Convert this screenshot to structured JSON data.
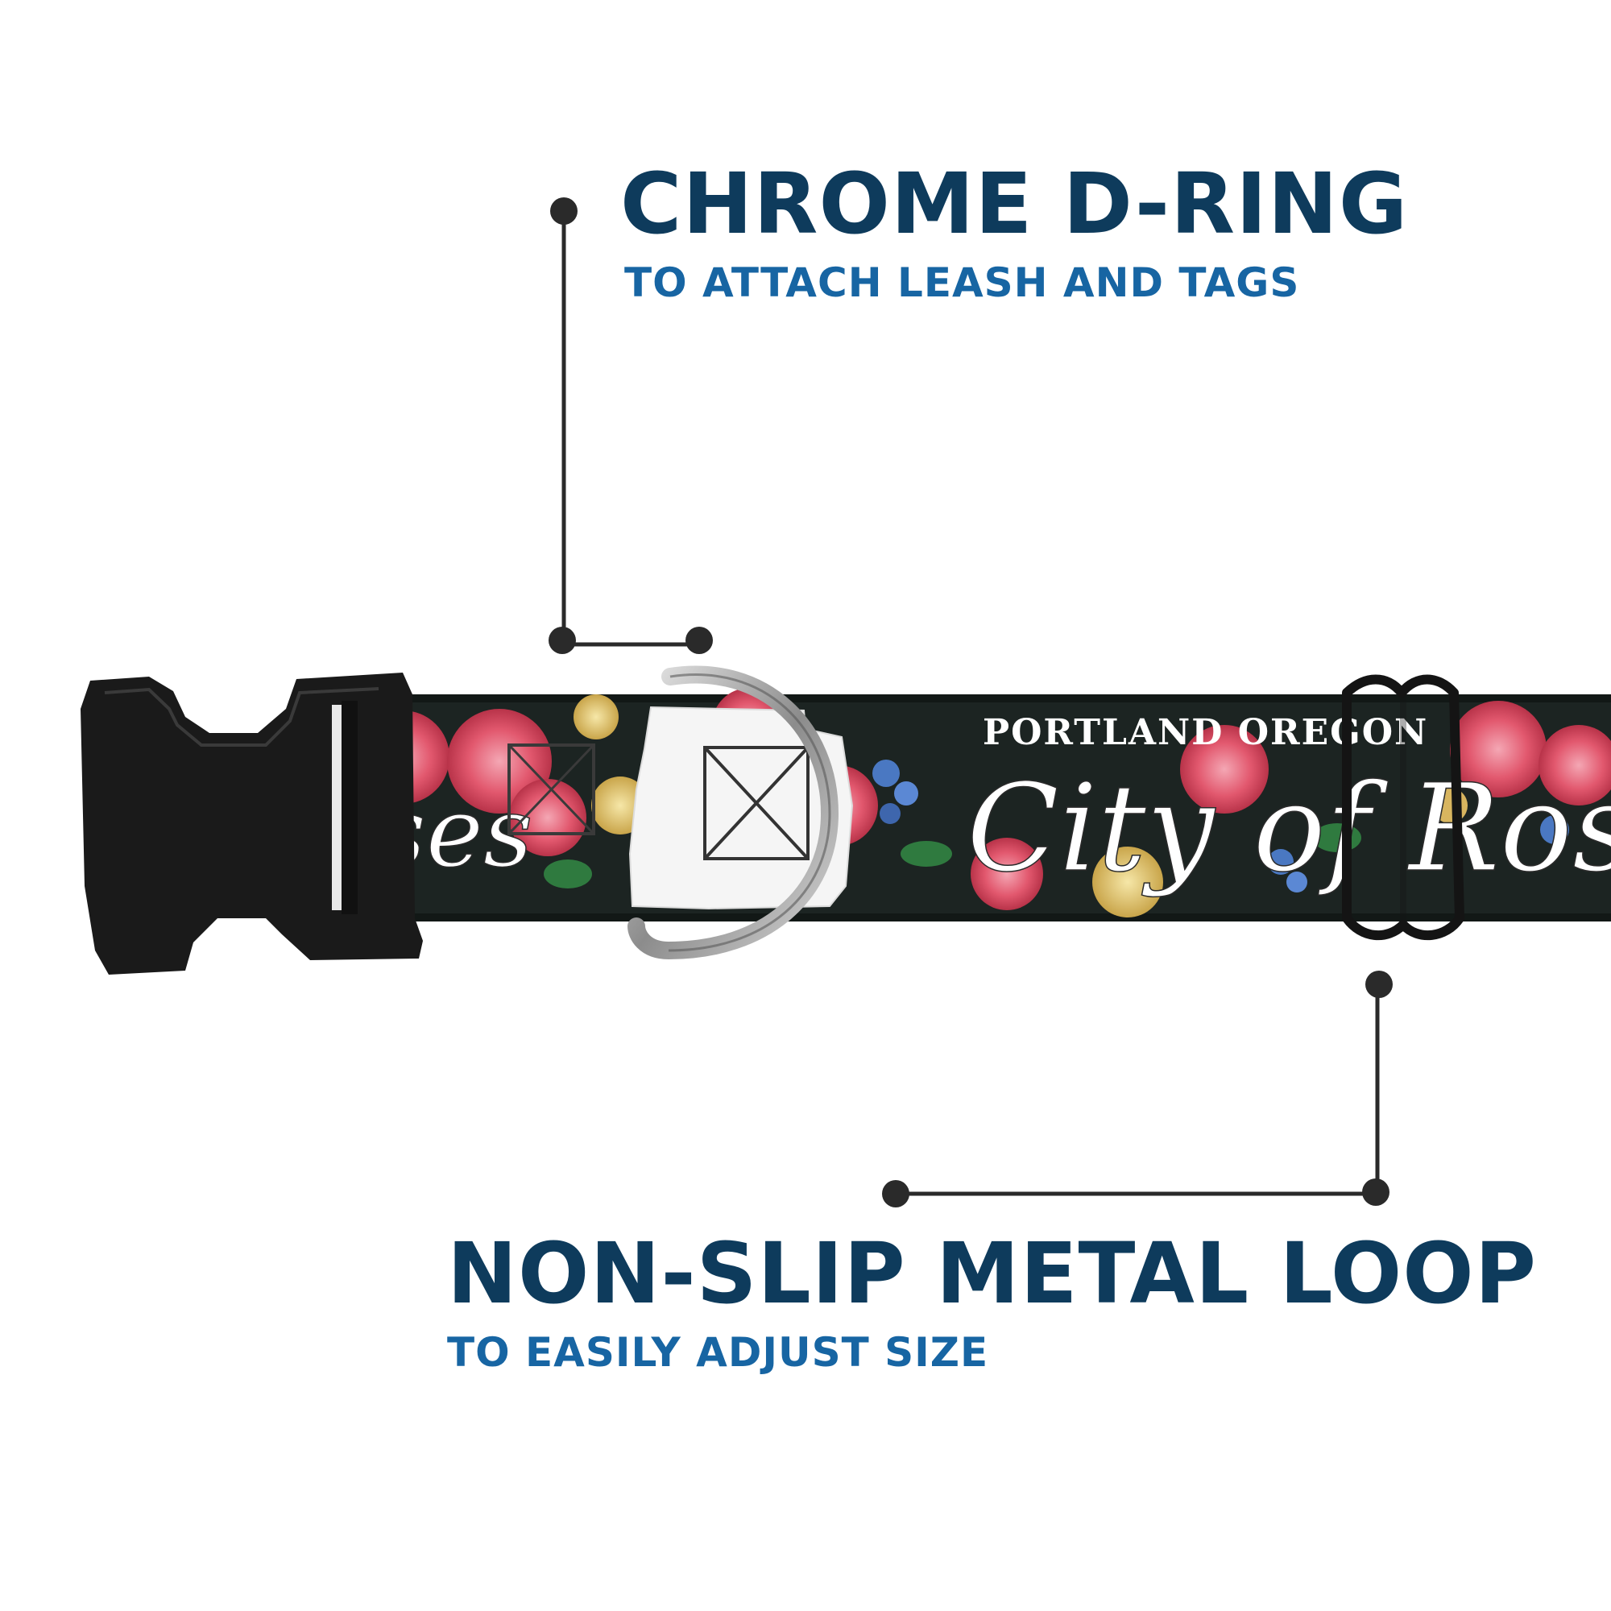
{
  "callouts": {
    "dring": {
      "title": "CHROME D-RING",
      "subtitle": "TO ATTACH LEASH AND TAGS"
    },
    "loop": {
      "title": "NON-SLIP METAL LOOP",
      "subtitle": "TO EASILY ADJUST SIZE"
    }
  },
  "collar_print": {
    "top_text": "PORTLAND OREGON",
    "script_text": "City of Roses",
    "script_fragment": "oses"
  },
  "colors": {
    "title": "#0e3b5c",
    "subtitle": "#1765a3",
    "webbing": "#1c2422",
    "buckle": "#1a1a1a",
    "leader_line": "#2a2a2a"
  }
}
